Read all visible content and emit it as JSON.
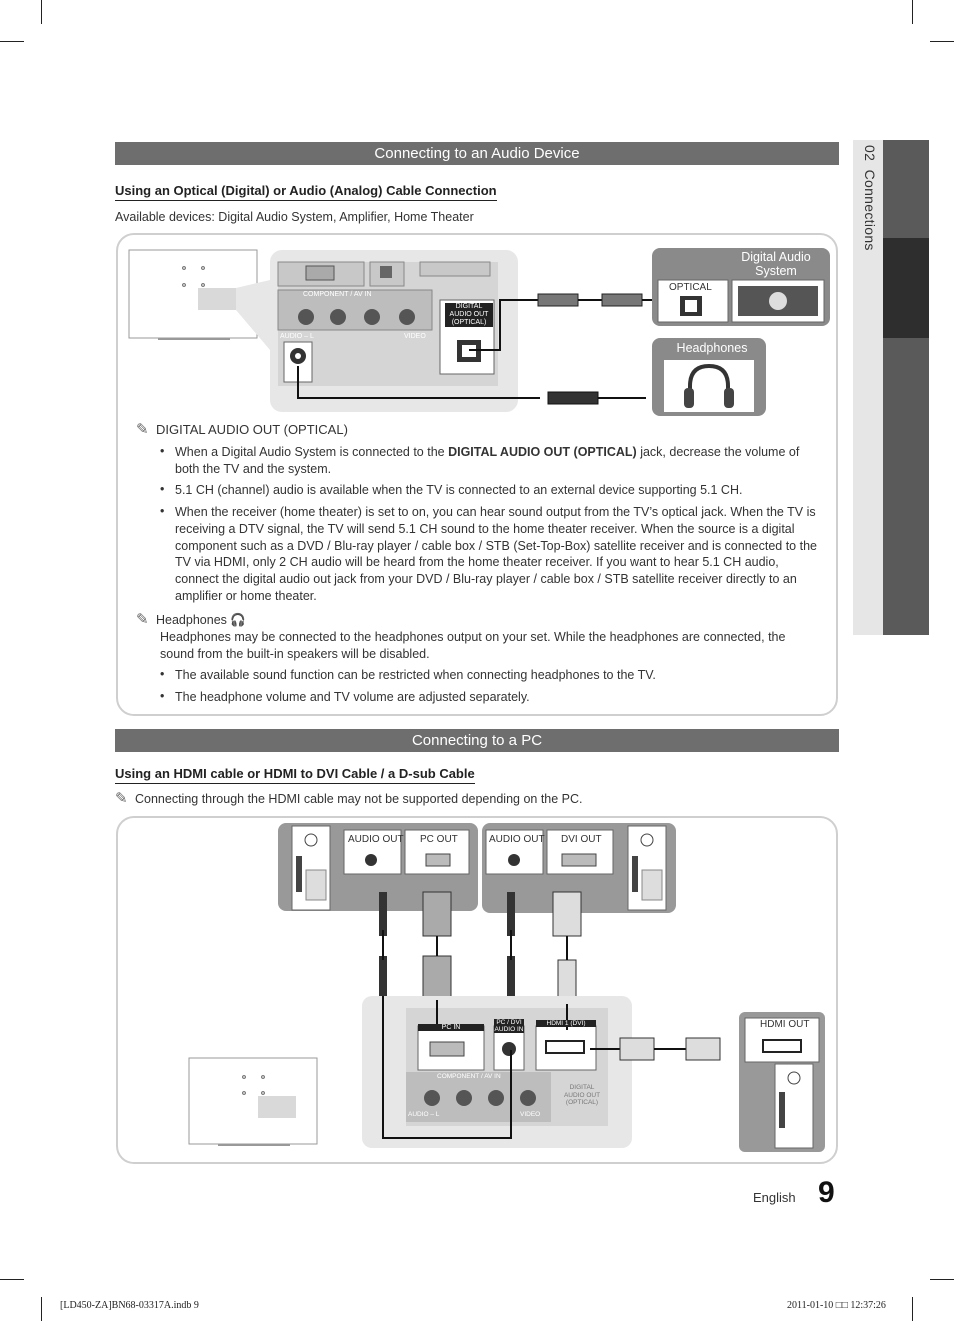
{
  "side_tab": {
    "number": "02",
    "title": "Connections"
  },
  "section1": {
    "title": "Connecting to an Audio Device",
    "subheading": "Using an Optical (Digital) or Audio (Analog) Cable Connection",
    "available": "Available devices: Digital Audio System, Amplifier, Home Theater",
    "diagram": {
      "component_label": "COMPONENT / AV IN",
      "audio_label": "AUDIO – L",
      "video_label": "VIDEO",
      "digital_out_label_1": "DIGITAL",
      "digital_out_label_2": "AUDIO OUT",
      "digital_out_label_3": "(OPTICAL)",
      "digital_audio_system_title": "Digital Audio System",
      "optical_label": "OPTICAL",
      "headphones_title": "Headphones"
    },
    "note1_title": "DIGITAL AUDIO OUT (OPTICAL)",
    "note1_bullets": [
      {
        "pre": "When a Digital Audio System is connected to the ",
        "bold": "DIGITAL AUDIO OUT (OPTICAL)",
        "post": " jack, decrease the volume of both the TV and the system."
      },
      {
        "pre": "5.1 CH (channel) audio is available when the TV is connected to an external device supporting 5.1 CH.",
        "bold": "",
        "post": ""
      },
      {
        "pre": "When the receiver (home theater) is set to on, you can hear sound output from the TV’s optical jack. When the TV is receiving a DTV signal, the TV will send 5.1 CH sound to the home theater receiver. When the source is a digital component such as a DVD / Blu-ray player / cable box / STB (Set-Top-Box) satellite receiver and is connected to the TV via HDMI, only 2 CH audio will be heard from the home theater receiver. If you want to hear 5.1 CH audio, connect the digital audio out jack from your DVD / Blu-ray player / cable box / STB satellite receiver directly to an amplifier or home theater.",
        "bold": "",
        "post": ""
      }
    ],
    "note2_title": "Headphones",
    "note2_body": "Headphones may be connected to the headphones output on your set. While the headphones are connected, the sound from the built-in speakers will be disabled.",
    "note2_bullets": [
      "The available sound function can be restricted when connecting headphones to the TV.",
      "The headphone volume and TV volume are adjusted separately."
    ]
  },
  "section2": {
    "title": "Connecting to a PC",
    "subheading": "Using an HDMI cable or HDMI to DVI Cable / a D-sub Cable",
    "note": "Connecting through the HDMI cable may not be supported depending on the PC.",
    "diagram": {
      "audio_out_1": "AUDIO OUT",
      "pc_out": "PC OUT",
      "audio_out_2": "AUDIO OUT",
      "dvi_out": "DVI OUT",
      "pc_in": "PC IN",
      "pc_dvi_audio_in_1": "PC / DVI",
      "pc_dvi_audio_in_2": "AUDIO IN",
      "hdmi_in": "HDMI 1 (DVI)",
      "component_label": "COMPONENT / AV IN",
      "audio_label": "AUDIO – L",
      "video_label": "VIDEO",
      "digital_out_label_1": "DIGITAL",
      "digital_out_label_2": "AUDIO OUT",
      "digital_out_label_3": "(OPTICAL)",
      "hdmi_out": "HDMI OUT"
    }
  },
  "page": {
    "language": "English",
    "number": "9"
  },
  "footer": {
    "left": "[LD450-ZA]BN68-03317A.indb   9",
    "right": "2011-01-10   □□ 12:37:26"
  }
}
